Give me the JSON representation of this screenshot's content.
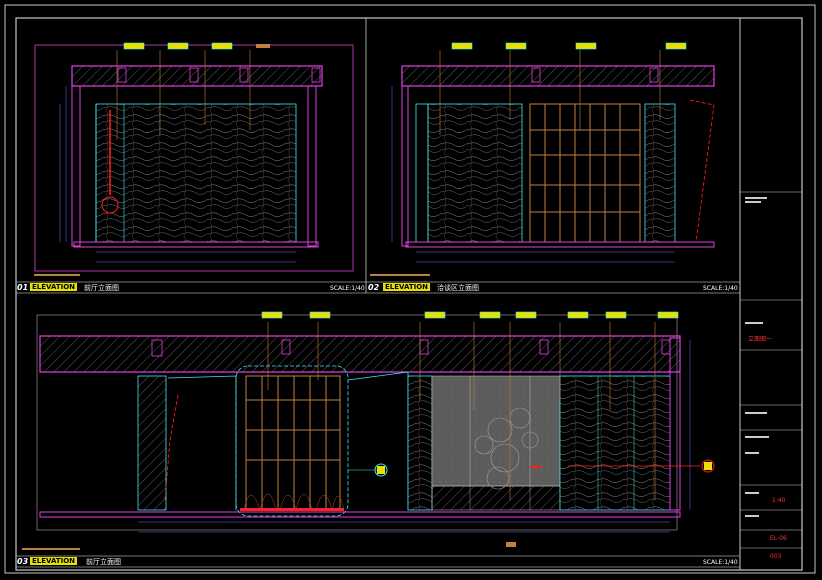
{
  "title_bars": [
    {
      "number": "01",
      "banner": "ELEVATION",
      "name": "前厅立面图",
      "scale": "SCALE:1/40"
    },
    {
      "number": "02",
      "banner": "ELEVATION",
      "name": "洽谈区立面图",
      "scale": "SCALE:1/40"
    },
    {
      "number": "03",
      "banner": "ELEVATION",
      "name": "前厅立面图",
      "scale": "SCALE:1/40"
    }
  ],
  "title_block": {
    "drawing_name": "立面图一",
    "scale_value": "1:40",
    "sheet_code": "EL-06",
    "page_no": "003"
  },
  "colors": {
    "frame": "#c8c8c8",
    "magenta": "#e040e0",
    "cyan": "#40e8f0",
    "orange": "#c08040",
    "yellow": "#e8e000",
    "red": "#ff2020",
    "hatch": "#6a6a6a",
    "grey_panel": "#5a5a5a",
    "marble": "#3a3a3a",
    "blue": "#6a6aff"
  }
}
